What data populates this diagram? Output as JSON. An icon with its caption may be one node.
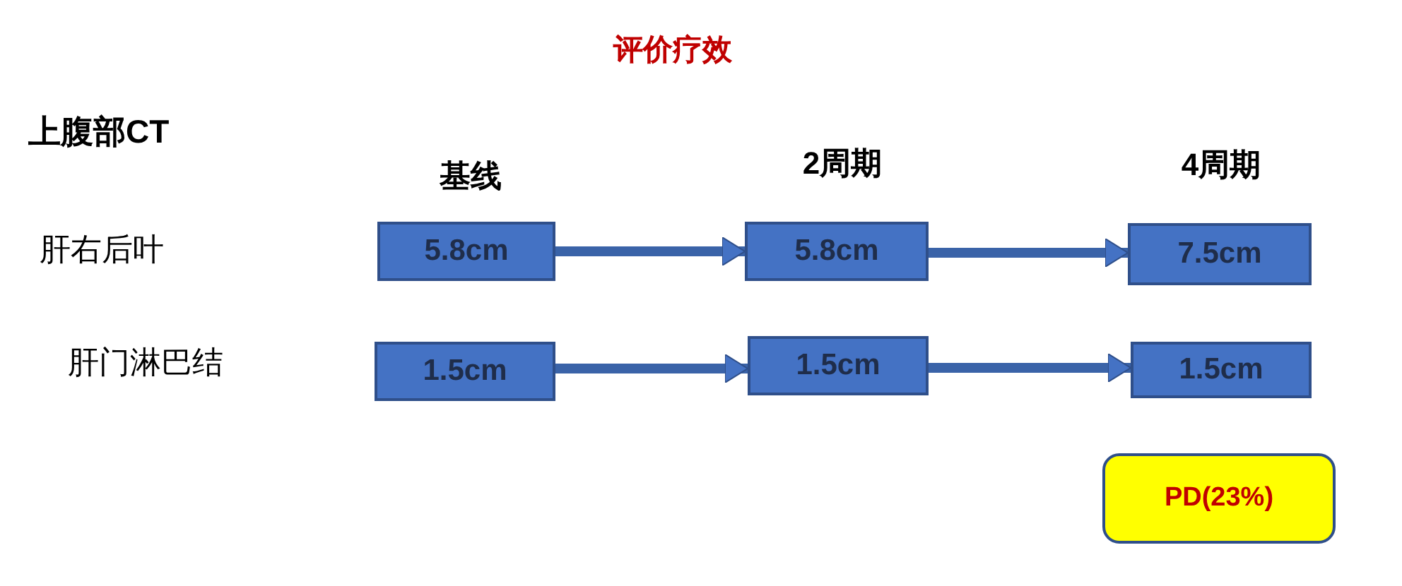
{
  "diagram": {
    "title": "评价疗效",
    "nodes": [
      {
        "text": [
          "5.8cm"
        ]
      },
      {
        "text": [
          "5.8cm"
        ]
      },
      {
        "text": [
          "7.5cm"
        ]
      },
      {
        "text": [
          "1.5cm"
        ]
      },
      {
        "text": [
          "1.5cm"
        ]
      },
      {
        "text": [
          "1.5cm"
        ]
      },
      {
        "text": [
          "PD(23%)"
        ]
      }
    ],
    "edges": [
      {
        "from": 0,
        "to": 1,
        "arrow": "to"
      },
      {
        "from": 1,
        "to": 2,
        "arrow": "to"
      },
      {
        "from": 3,
        "to": 4,
        "arrow": "to"
      },
      {
        "from": 4,
        "to": 5,
        "arrow": "to"
      }
    ],
    "labels": [
      "上腹部CT",
      "基线",
      "2周期",
      "4周期",
      "肝右后叶",
      "肝门淋巴结"
    ]
  }
}
